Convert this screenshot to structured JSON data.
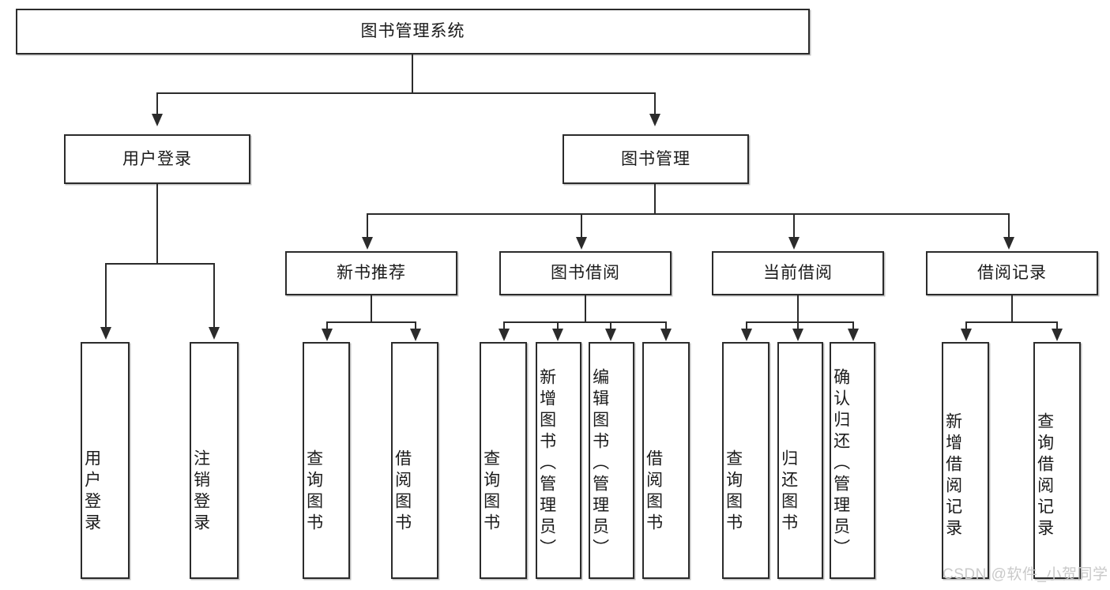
{
  "diagram": {
    "type": "tree-hierarchy",
    "title": "图书管理系统",
    "watermark": "CSDN @软件_小贺同学",
    "colors": {
      "box_border": "#2b2b2b",
      "box_fill": "#ffffff",
      "text": "#1a1a1a",
      "connector": "#2b2b2b",
      "watermark": "#c9c9c9",
      "background": "#ffffff"
    },
    "levels": {
      "root": "图书管理系统",
      "level2": [
        "用户登录",
        "图书管理"
      ],
      "level3": [
        "新书推荐",
        "图书借阅",
        "当前借阅",
        "借阅记录"
      ]
    },
    "nodes": {
      "root": {
        "label": "图书管理系统"
      },
      "user_login": {
        "label": "用户登录"
      },
      "book_manage": {
        "label": "图书管理"
      },
      "new_book_rec": {
        "label": "新书推荐"
      },
      "book_borrow": {
        "label": "图书借阅"
      },
      "current_borrow": {
        "label": "当前借阅"
      },
      "borrow_record": {
        "label": "借阅记录"
      }
    },
    "leaves": {
      "user_login": [
        {
          "label": "用户登录"
        },
        {
          "label": "注销登录"
        }
      ],
      "new_book_rec": [
        {
          "label": "查询图书"
        },
        {
          "label": "借阅图书"
        }
      ],
      "book_borrow": [
        {
          "label": "查询图书"
        },
        {
          "label": "新增图书（管理员）"
        },
        {
          "label": "编辑图书（管理员）"
        },
        {
          "label": "借阅图书"
        }
      ],
      "current_borrow": [
        {
          "label": "查询图书"
        },
        {
          "label": "归还图书"
        },
        {
          "label": "确认归还（管理员）"
        }
      ],
      "borrow_record": [
        {
          "label": "新增借阅记录"
        },
        {
          "label": "查询借阅记录"
        }
      ]
    }
  }
}
